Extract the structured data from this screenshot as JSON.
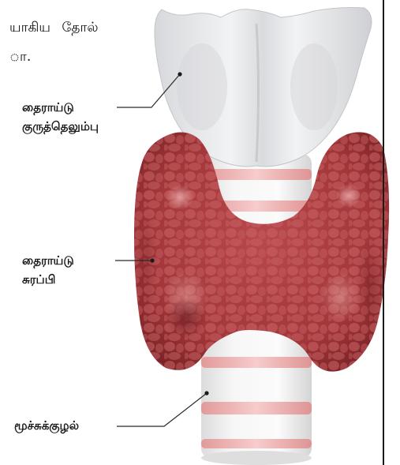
{
  "caption": {
    "line1": "யாகிய தோல்",
    "line2": "ா."
  },
  "labels": {
    "thyroid_cartilage_line1": "தைராய்டு",
    "thyroid_cartilage_line2": "குருத்தெலும்பு",
    "thyroid_gland_line1": "தைராய்டு",
    "thyroid_gland_line2": "சுரப்பி",
    "trachea": "மூச்சுக்குழல்"
  },
  "colors": {
    "gland": "#a8393e",
    "gland_dark": "#7e2328",
    "cartilage": "#e9eaec",
    "trachea_ring": "#f2b8b8",
    "leader_line": "#2a2a2a"
  }
}
